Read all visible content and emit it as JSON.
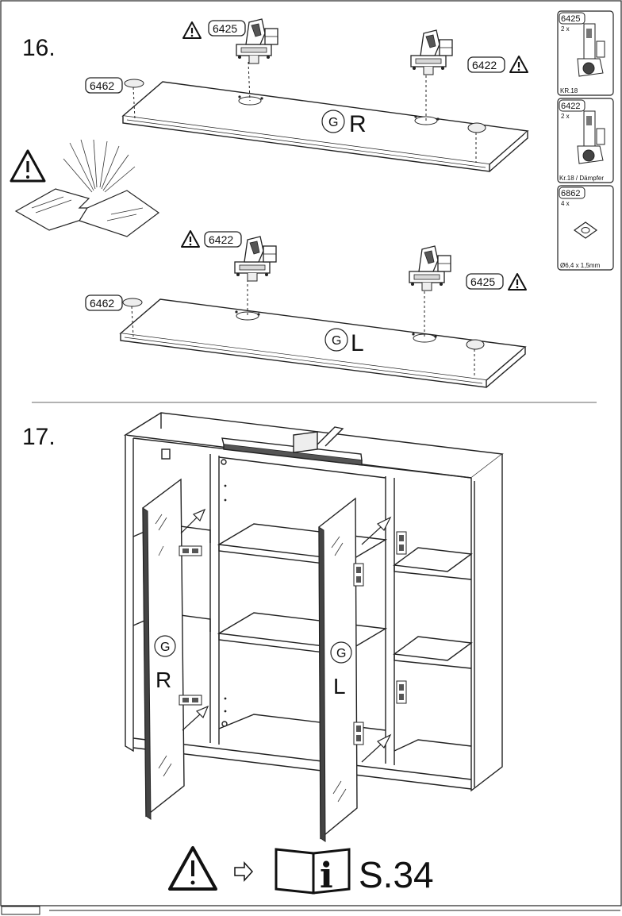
{
  "step16": {
    "number": "16.",
    "top_board": {
      "label": "R",
      "circle": "G",
      "hinge_left": {
        "part": "6425"
      },
      "hinge_right": {
        "part": "6422"
      },
      "cap": {
        "part": "6462"
      }
    },
    "bottom_board": {
      "label": "L",
      "circle": "G",
      "hinge_left": {
        "part": "6422"
      },
      "hinge_right": {
        "part": "6425"
      },
      "cap": {
        "part": "6462"
      }
    }
  },
  "parts_legend": [
    {
      "part": "6425",
      "qty": "2 x",
      "caption": "KR.18"
    },
    {
      "part": "6422",
      "qty": "2 x",
      "caption": "Kr.18 / Dämpfer"
    },
    {
      "part": "6862",
      "qty": "4 x",
      "caption": "Ø6,4 x 1,5mm"
    }
  ],
  "step17": {
    "number": "17.",
    "door_left": {
      "circle": "G",
      "label": "R"
    },
    "door_right": {
      "circle": "G",
      "label": "L"
    }
  },
  "footer": {
    "reference": "S.34",
    "icon_warning": "warning-icon",
    "icon_arrow": "arrow-right-icon",
    "icon_book": "info-book-icon"
  }
}
